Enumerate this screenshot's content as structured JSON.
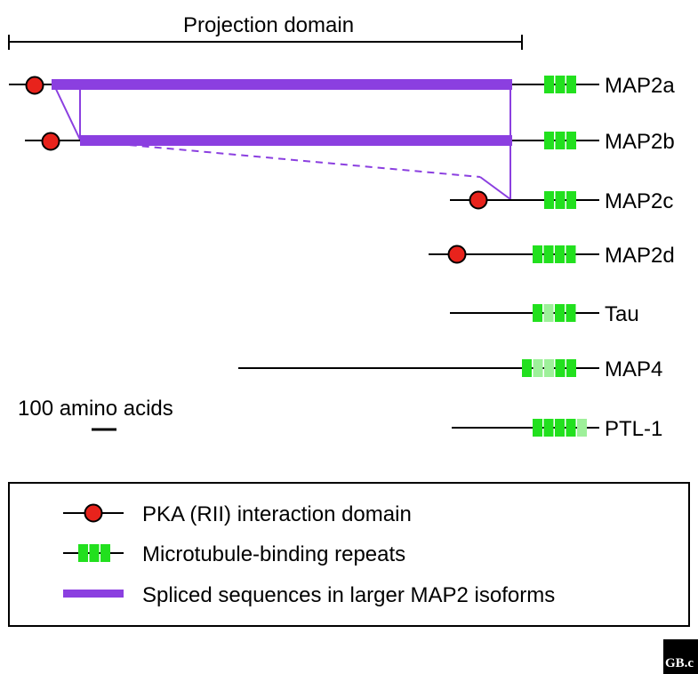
{
  "title": "Projection domain",
  "scale_label": "100 amino acids",
  "colors": {
    "pka": "#e8231c",
    "repeat": "#22e01e",
    "repeat_faint": "#9ef09a",
    "spliced": "#8b3fe0",
    "line": "#000000"
  },
  "proteins": [
    {
      "name": "MAP2a",
      "pka": true,
      "repeats": [
        "full",
        "full",
        "full"
      ]
    },
    {
      "name": "MAP2b",
      "pka": true,
      "repeats": [
        "full",
        "full",
        "full"
      ]
    },
    {
      "name": "MAP2c",
      "pka": true,
      "repeats": [
        "full",
        "full",
        "full"
      ]
    },
    {
      "name": "MAP2d",
      "pka": true,
      "repeats": [
        "full",
        "full",
        "full",
        "full"
      ]
    },
    {
      "name": "Tau",
      "pka": false,
      "repeats": [
        "full",
        "faint",
        "full",
        "full"
      ]
    },
    {
      "name": "MAP4",
      "pka": false,
      "repeats": [
        "full",
        "faint",
        "faint",
        "full",
        "full"
      ]
    },
    {
      "name": "PTL-1",
      "pka": false,
      "repeats": [
        "full",
        "full",
        "full",
        "full",
        "faint"
      ]
    }
  ],
  "legend": {
    "items": [
      {
        "icon": "pka-circle-icon",
        "label": "PKA (RII) interaction domain"
      },
      {
        "icon": "repeats-icon",
        "label": "Microtubule-binding repeats"
      },
      {
        "icon": "spliced-bar-icon",
        "label": "Spliced sequences in larger MAP2 isoforms"
      }
    ]
  },
  "watermark": "GB.c"
}
